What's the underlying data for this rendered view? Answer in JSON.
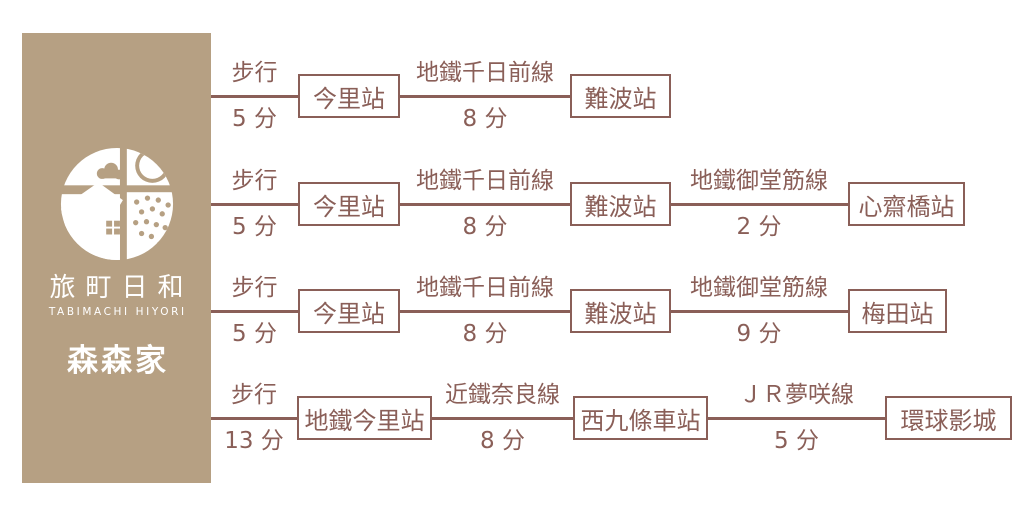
{
  "sidebar": {
    "brand_title": "旅町日和",
    "brand_subtitle": "TABIMACHI HIYORI",
    "property_name": "森森家",
    "logo_icon": "circle-town-logo (cloud, sun, house, dots)"
  },
  "colors": {
    "accent": "#8a5f58",
    "sidebar_bg": "#b6a083",
    "background": "#ffffff",
    "logo_foreground": "#ffffff"
  },
  "routes": [
    {
      "segments": [
        {
          "above": "步行",
          "below": "5 分"
        },
        {
          "above": "地鐵千日前線",
          "below": "8 分"
        }
      ],
      "stations": [
        "今里站",
        "難波站"
      ]
    },
    {
      "segments": [
        {
          "above": "步行",
          "below": "5 分"
        },
        {
          "above": "地鐵千日前線",
          "below": "8 分"
        },
        {
          "above": "地鐵御堂筋線",
          "below": "2 分"
        }
      ],
      "stations": [
        "今里站",
        "難波站",
        "心齋橋站"
      ]
    },
    {
      "segments": [
        {
          "above": "步行",
          "below": "5 分"
        },
        {
          "above": "地鐵千日前線",
          "below": "8 分"
        },
        {
          "above": "地鐵御堂筋線",
          "below": "9 分"
        }
      ],
      "stations": [
        "今里站",
        "難波站",
        "梅田站"
      ]
    },
    {
      "segments": [
        {
          "above": "步行",
          "below": "13 分"
        },
        {
          "above": "近鐵奈良線",
          "below": "8 分"
        },
        {
          "above": "ＪＲ夢咲線",
          "below": "5 分"
        }
      ],
      "stations": [
        "地鐵今里站",
        "西九條車站",
        "環球影城"
      ]
    }
  ]
}
